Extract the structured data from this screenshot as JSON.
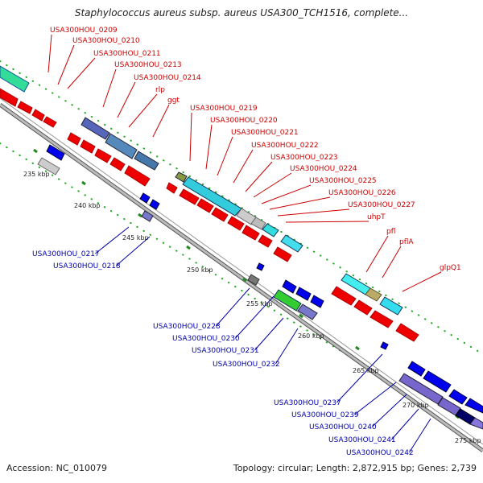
{
  "title": "Staphylococcus aureus subsp. aureus USA300_TCH1516, complete...",
  "footer": {
    "accession": "Accession: NC_010079",
    "summary": "Topology: circular; Length: 2,872,915 bp; Genes: 2,739"
  },
  "colors": {
    "forward_label": "#cc0000",
    "reverse_label": "#0000aa",
    "axis": "#888888",
    "ticks": "#228822",
    "cds": "#ee0000",
    "reverse_cds": "#0000ee"
  },
  "kbp_ticks": [
    "235 kbp",
    "240 kbp",
    "245 kbp",
    "250 kbp",
    "255 kbp",
    "260 kbp",
    "265 kbp",
    "270 kbp",
    "275 kbp"
  ],
  "forward_labels": [
    "USA300HOU_0209",
    "USA300HOU_0210",
    "USA300HOU_0211",
    "USA300HOU_0213",
    "USA300HOU_0214",
    "rlp",
    "ggt",
    "USA300HOU_0219",
    "USA300HOU_0220",
    "USA300HOU_0221",
    "USA300HOU_0222",
    "USA300HOU_0223",
    "USA300HOU_0224",
    "USA300HOU_0225",
    "USA300HOU_0226",
    "USA300HOU_0227",
    "uhpT",
    "pfl",
    "pflA",
    "glpQ1"
  ],
  "reverse_labels": [
    "USA300HOU_0217",
    "USA300HOU_0218",
    "USA300HOU_0228",
    "USA300HOU_0230",
    "USA300HOU_0231",
    "USA300HOU_0232",
    "USA300HOU_0237",
    "USA300HOU_0239",
    "USA300HOU_0240",
    "USA300HOU_0241",
    "USA300HOU_0242"
  ]
}
